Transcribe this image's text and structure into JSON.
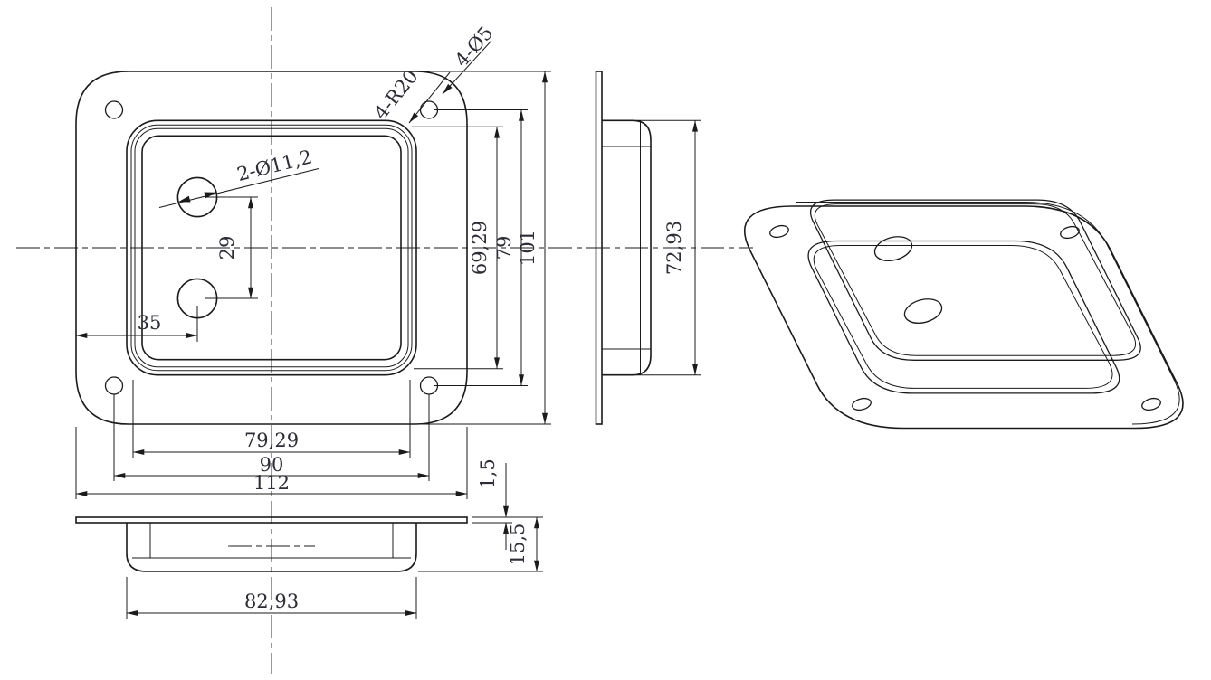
{
  "colors": {
    "line": "#1b1b1b",
    "text": "#2d2d38",
    "background": "#ffffff"
  },
  "views": {
    "front": {
      "dims": {
        "overall_width": "112",
        "hole_spacing_width": "90",
        "dish_width": "79,29",
        "overall_height": "101",
        "hole_spacing_height": "79",
        "dish_height": "69,29",
        "hole_offset_left": "35",
        "dish_hole_spacing": "29"
      },
      "labels": {
        "dish_holes": "2-Ø11,2",
        "corner_holes": "4-Ø5",
        "corner_radius": "4-R20"
      }
    },
    "side": {
      "dims": {
        "dish_outer_height": "72,93"
      }
    },
    "bottom": {
      "dims": {
        "dish_outer_width": "82,93",
        "flange_thickness": "1,5",
        "overall_depth": "15,5"
      }
    }
  }
}
